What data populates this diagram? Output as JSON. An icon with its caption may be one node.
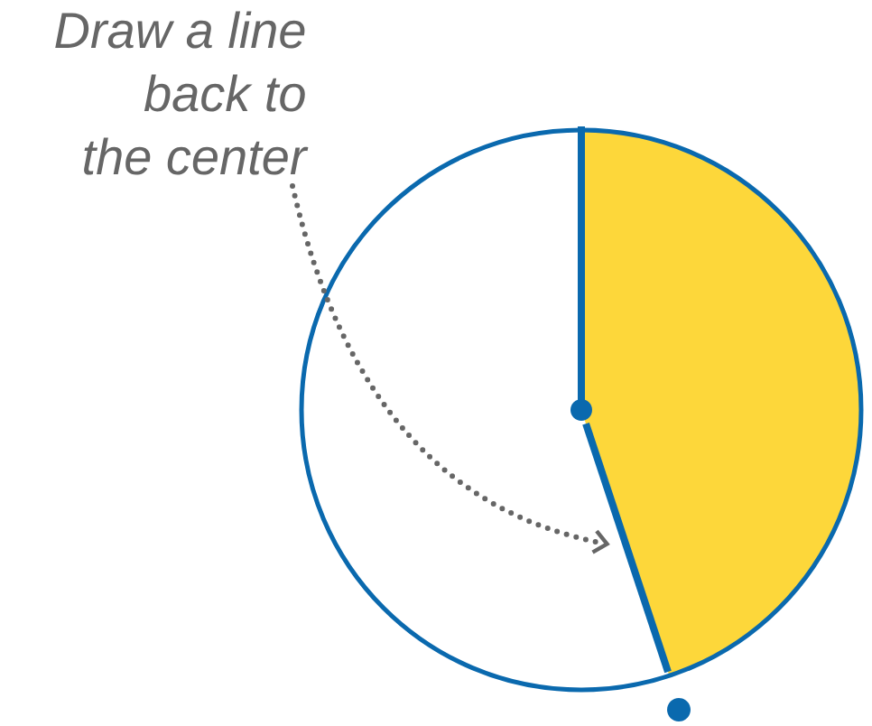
{
  "diagram": {
    "nodes": [
      {
        "text": [
          "Draw a line back to the center"
        ]
      },
      {
        "text": [],
        "shape": "line"
      }
    ],
    "edges": [
      {
        "from": 0,
        "to": 1,
        "arrow": "to",
        "style": "dashed"
      }
    ]
  }
}
